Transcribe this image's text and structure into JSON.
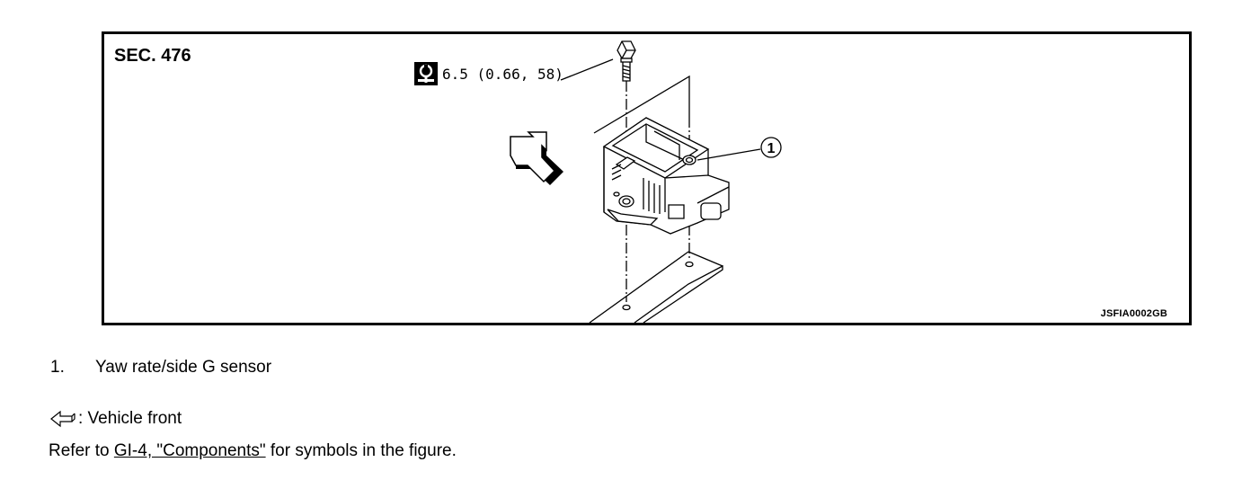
{
  "figure": {
    "section_label": "SEC. 476",
    "torque_value": "6.5 (0.66, 58)",
    "callout_number": "1",
    "figure_id": "JSFIA0002GB",
    "icons": [
      "torque-wrench-icon",
      "vehicle-front-arrow-icon",
      "sensor-drawing",
      "bolt-drawing"
    ]
  },
  "legend": {
    "item_number": "1.",
    "item_label": "Yaw rate/side G sensor"
  },
  "notes": {
    "vehicle_front_label": ": Vehicle front",
    "refer_prefix": "Refer to ",
    "refer_link": "GI-4, \"Components\"",
    "refer_suffix": " for symbols in the figure."
  }
}
